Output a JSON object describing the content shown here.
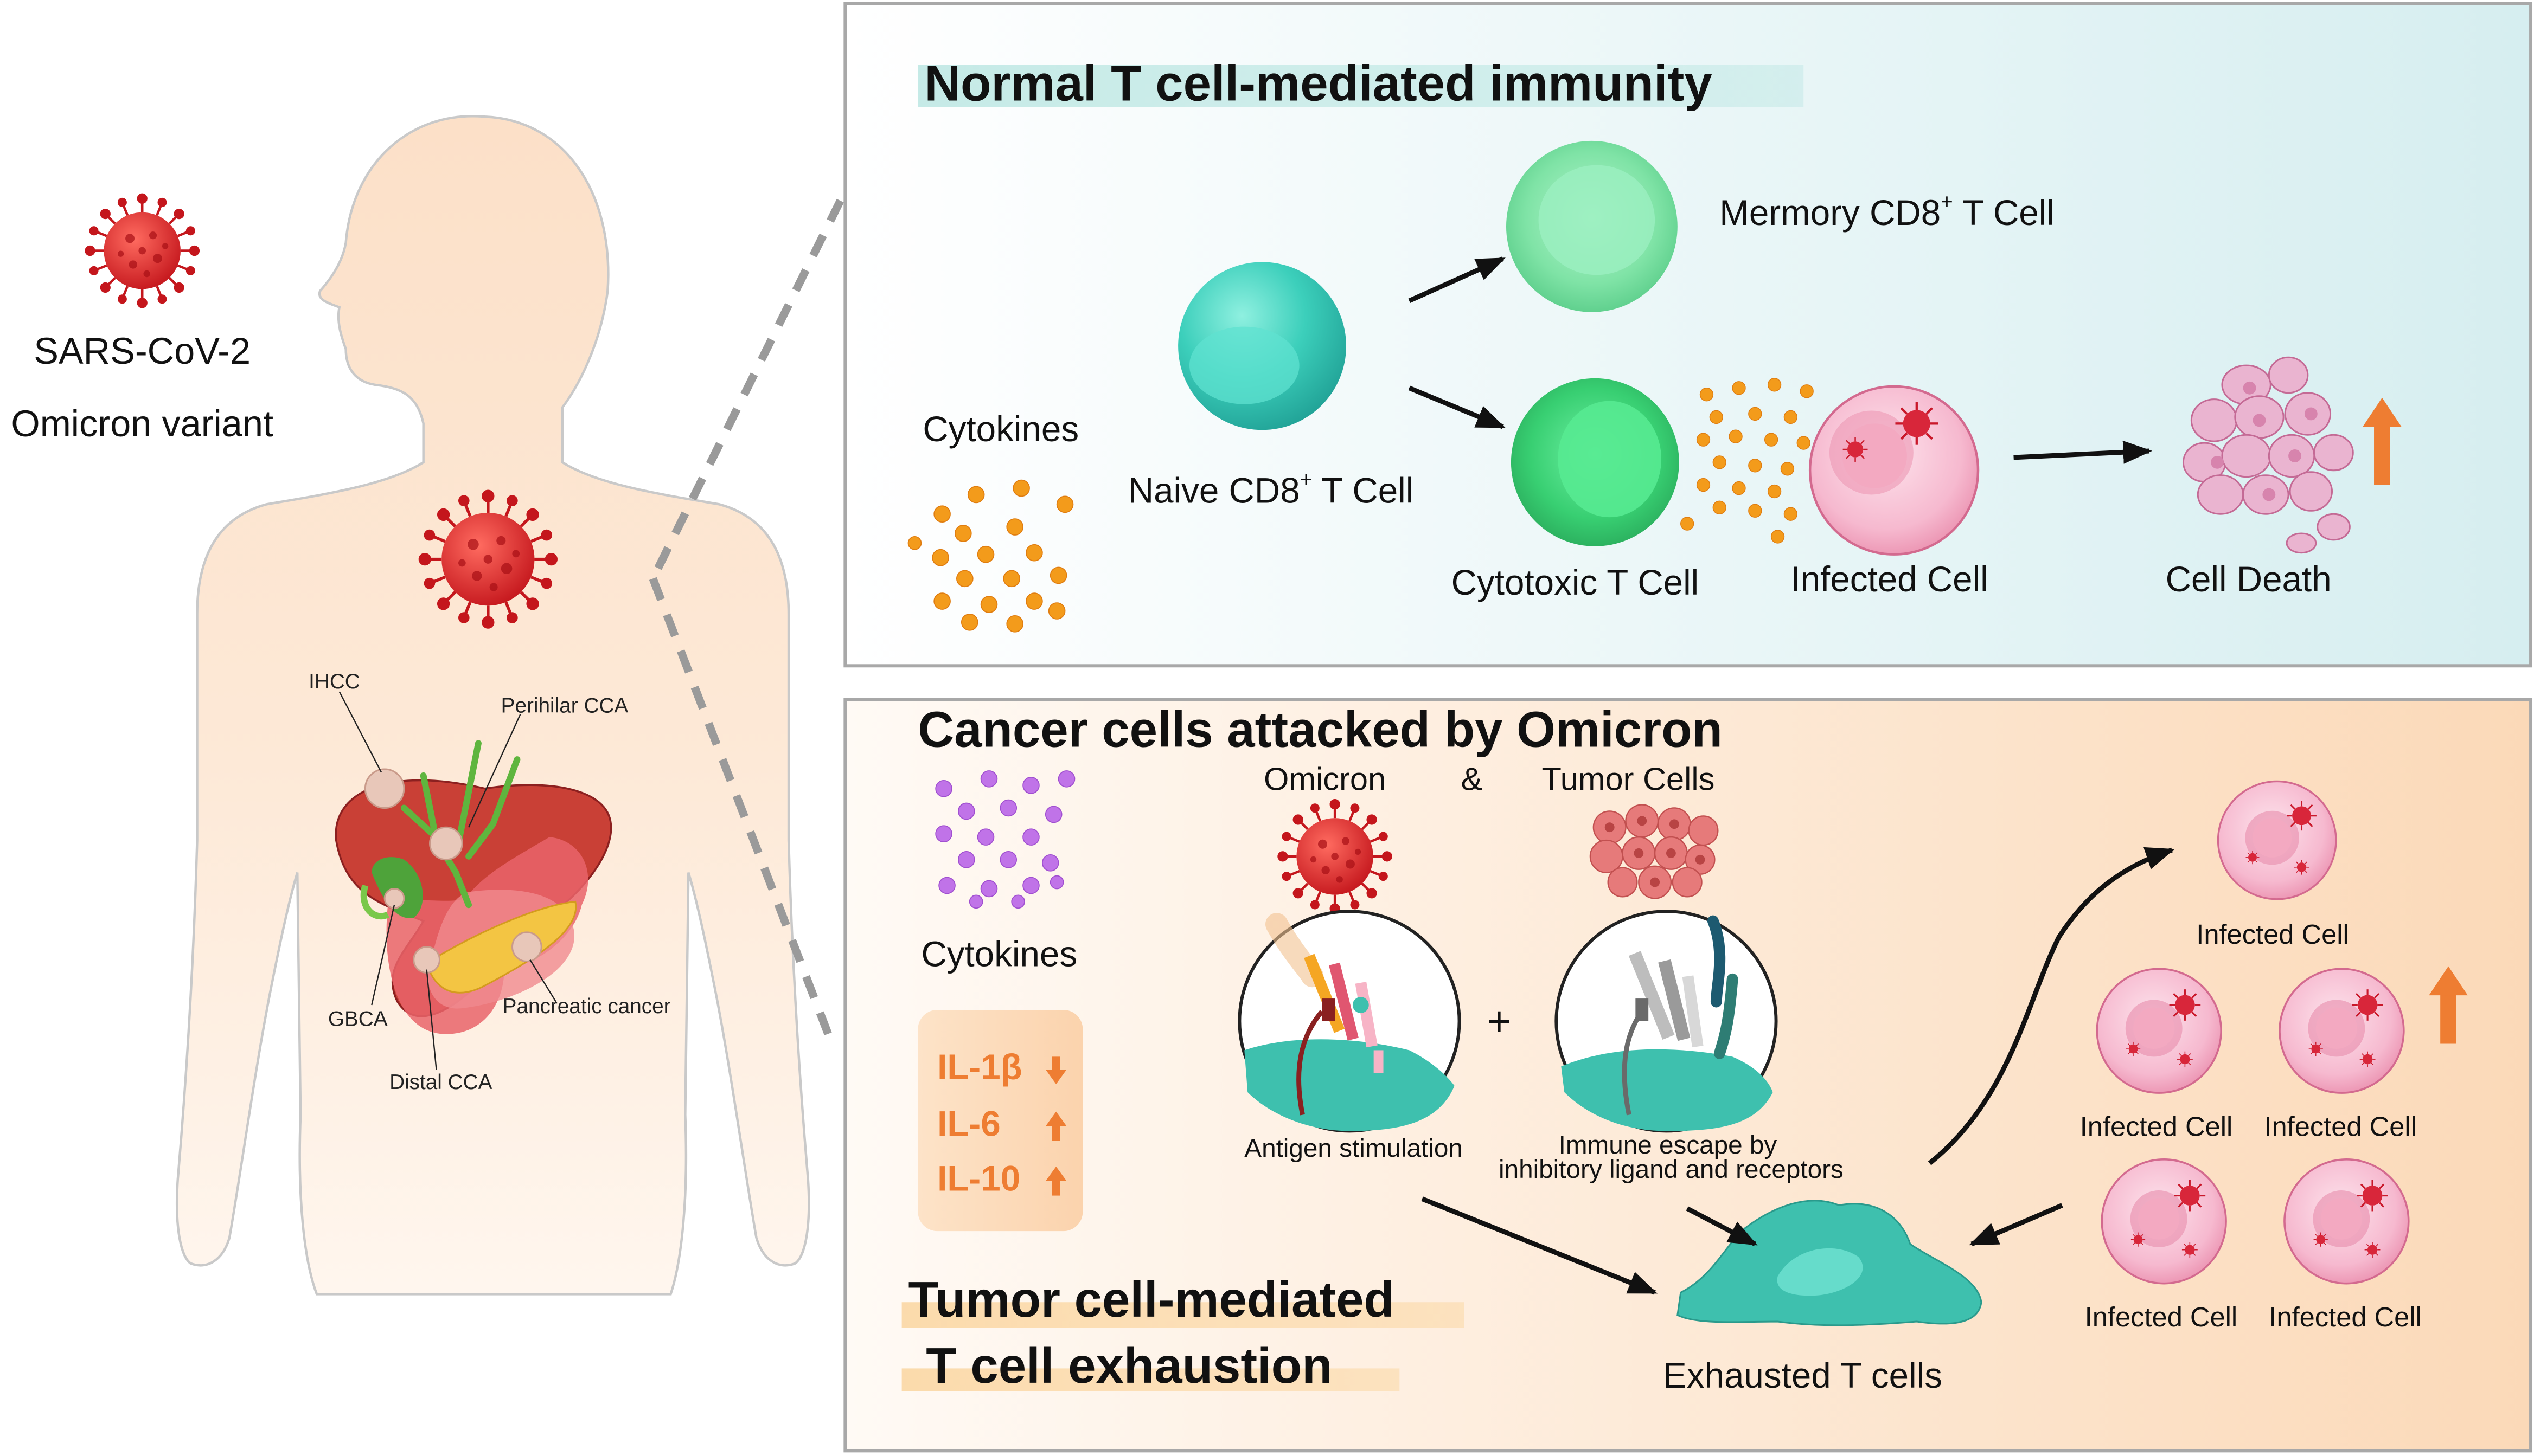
{
  "virus_label": {
    "line1": "SARS-CoV-2",
    "line2": "Omicron variant"
  },
  "organ_labels": {
    "ihcc": "IHCC",
    "perihilar": "Perihilar CCA",
    "gbca": "GBCA",
    "pancreatic": "Pancreatic cancer",
    "distal": "Distal CCA"
  },
  "top_panel": {
    "title": "Normal T cell-mediated immunity",
    "cytokines_label": "Cytokines",
    "naive_prefix": "Naive CD8",
    "naive_suffix": " T Cell",
    "memory_prefix": "Mermory CD8",
    "memory_suffix": " T Cell",
    "superscript": "+",
    "cytotoxic_label": "Cytotoxic T Cell",
    "infected_label": "Infected Cell",
    "death_label": "Cell Death"
  },
  "bottom_panel": {
    "title": "Cancer cells attacked by Omicron",
    "omicron_label": "Omicron",
    "ampersand": "&",
    "tumor_label": "Tumor Cells",
    "cytokines_label": "Cytokines",
    "interleukins": [
      "IL-1β",
      "IL-6",
      "IL-10"
    ],
    "antigen_label": "Antigen stimulation",
    "plus": "+",
    "immune_escape_line1": "Immune escape by",
    "immune_escape_line2": "inhibitory ligand and receptors",
    "exhaustion_line1": "Tumor cell-mediated",
    "exhaustion_line2": "T cell exhaustion",
    "exhausted_label": "Exhausted T cells",
    "infected_labels": [
      "Infected Cell",
      "Infected Cell",
      "Infected Cell",
      "Infected Cell",
      "Infected Cell"
    ]
  },
  "colors": {
    "virus_red": "#d9262c",
    "accent_orange": "#ee7d32",
    "teal_cell": "#3cc7b5",
    "green_cell": "#2fbf63",
    "mint_cell": "#6fdb98",
    "infected_pink": "#f2a8c3",
    "cytokine_orange": "#f49a1c",
    "cytokine_purple": "#b862e3",
    "body_fill": "#fde6d2",
    "top_panel_bg": "#dff1f2",
    "bottom_panel_bg": "#fde6cf"
  }
}
